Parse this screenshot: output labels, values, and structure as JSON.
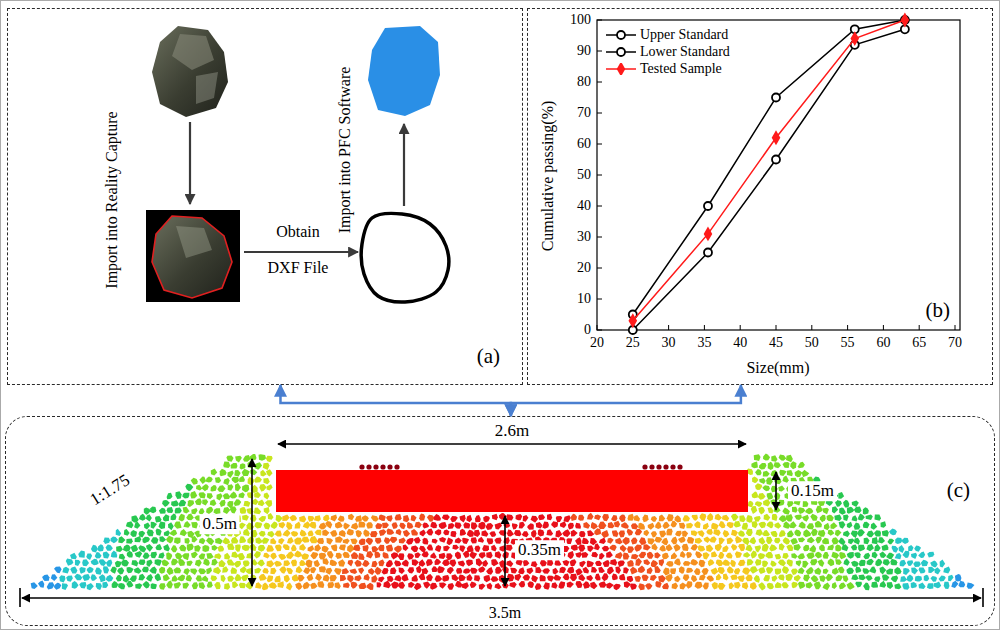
{
  "diagram": {
    "nodes": [
      {
        "text": [
          "(a)"
        ]
      },
      {
        "text": [
          "(b)"
        ]
      },
      {
        "text": [
          "(c)"
        ]
      }
    ],
    "edges": [
      {
        "from": 0,
        "to": 2,
        "arrow": "both"
      },
      {
        "from": 1,
        "to": 2,
        "arrow": "both"
      }
    ],
    "labels": [
      "Import into Reality Capture",
      "Obtain DXF File",
      "Import into PFC Software",
      "Cumulative passing(%)",
      "Size(mm)",
      "0",
      "10",
      "20",
      "30",
      "40",
      "50",
      "60",
      "70",
      "80",
      "90",
      "100",
      "20",
      "25",
      "30",
      "35",
      "40",
      "45",
      "50",
      "55",
      "60",
      "65",
      "70",
      "2.6m",
      "1:1.75",
      "0.5m",
      "0.15m",
      "0.35m",
      "3.5m"
    ],
    "legend": [
      {
        "text": "Upper Standard"
      },
      {
        "text": "Lower Standard"
      },
      {
        "text": "Tested Sample"
      }
    ]
  }
}
